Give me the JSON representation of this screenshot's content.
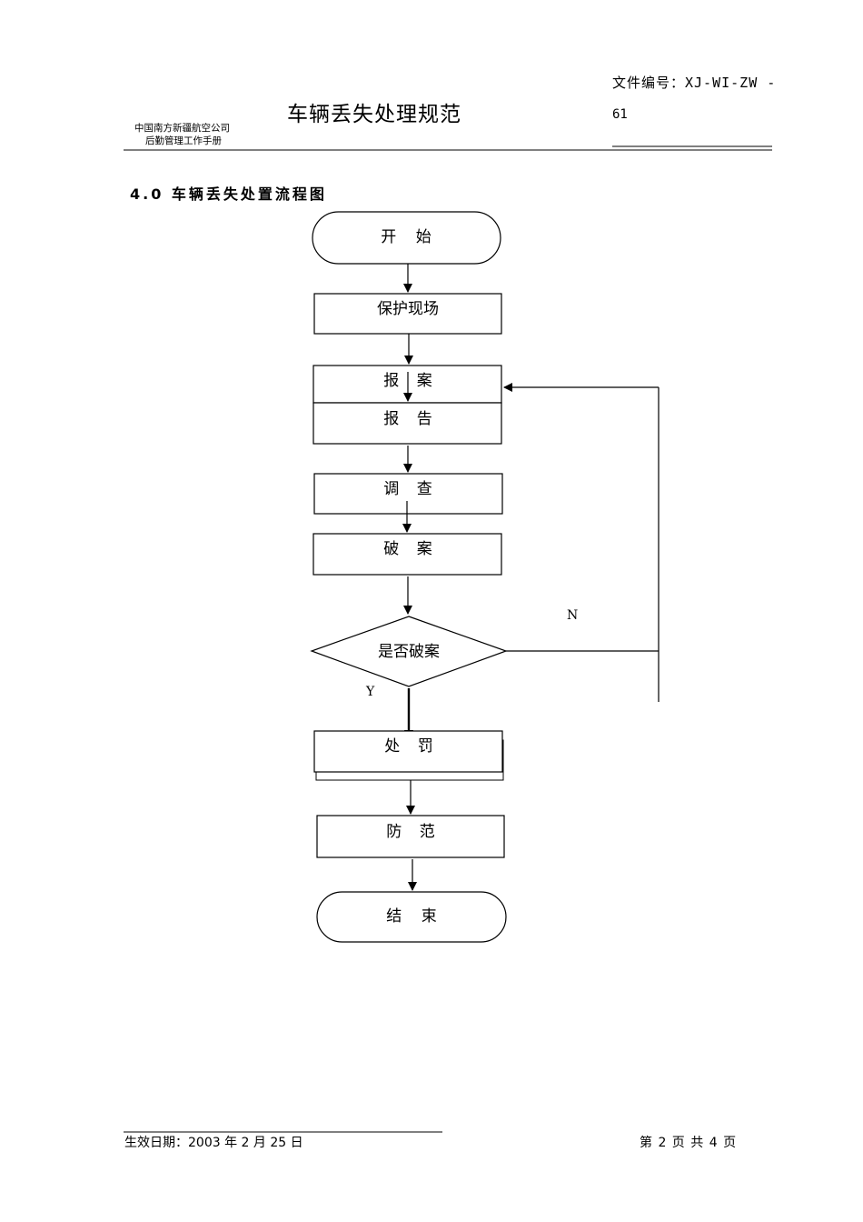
{
  "header": {
    "company_line1": "中国南方新疆航空公司",
    "company_line2": "后勤管理工作手册",
    "title": "车辆丢失处理规范",
    "doc_number_line1": "文件编号：XJ-WI-ZW -",
    "doc_number_line2": "61"
  },
  "section_title": "4.0 车辆丢失处置流程图",
  "flowchart": {
    "start": "开    始",
    "protect": "保护现场",
    "report_case": "报 案",
    "report": "报 告",
    "investigate": "调 查",
    "solve": "破 案",
    "decision": "是否破案",
    "yes": "Y",
    "no": "N",
    "punish": "处 罚",
    "prevent": "防 范",
    "end": "结    束"
  },
  "footer": {
    "effective_date": "生效日期：2003 年 2 月 25 日",
    "page_info": "第 2 页 共 4 页"
  }
}
